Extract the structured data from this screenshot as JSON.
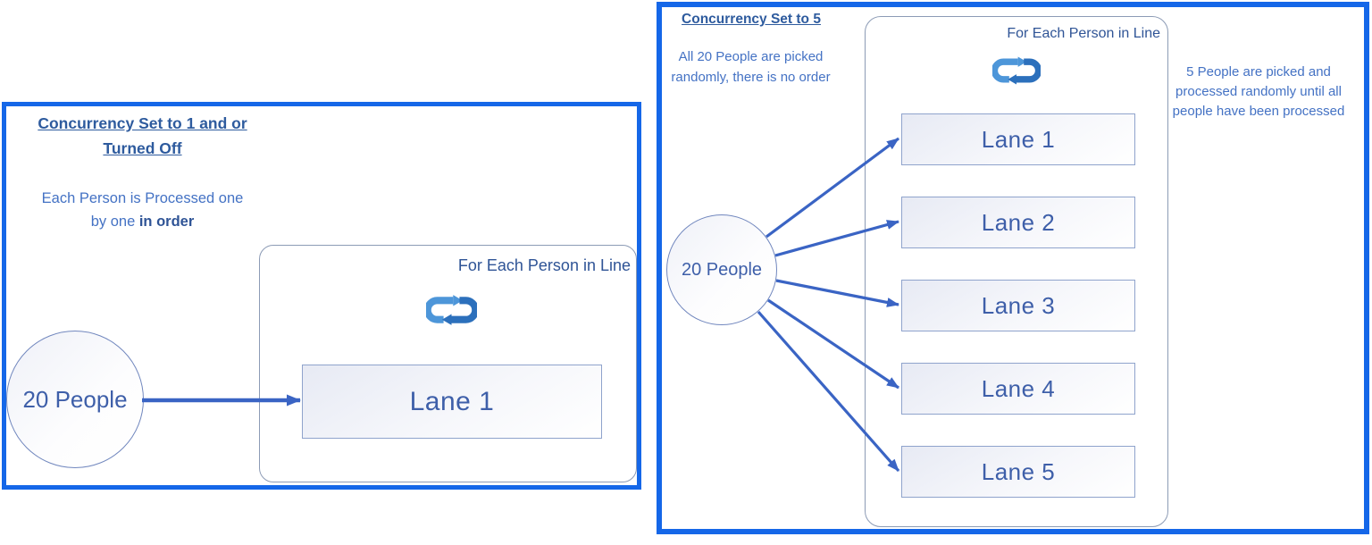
{
  "colors": {
    "panel_border": "#1567E8",
    "container_border": "#8C9BB5",
    "lane_border": "#8FA3CC",
    "arrow": "#3A64C4",
    "title_text": "#2E5B9E",
    "body_text": "#4472C4",
    "loop_label_text": "#2F5496",
    "lane_text": "#3E5FA9",
    "loop_icon_light": "#4D96D9",
    "loop_icon_dark": "#2C70BC"
  },
  "left_panel": {
    "title": "Concurrency Set to 1 and or Turned Off",
    "description_line1": "Each Person is Processed one",
    "description_line2_normal": "by one ",
    "description_line2_bold": "in order",
    "loop_container": {
      "label": "For Each Person in Line",
      "icon": "loop-arrows-icon"
    },
    "source_label": "20 People",
    "lanes": [
      "Lane 1"
    ]
  },
  "right_panel": {
    "title": "Concurrency Set to 5",
    "description": "All 20 People are picked randomly, there is no order",
    "loop_container": {
      "label": "For Each Person in Line",
      "icon": "loop-arrows-icon"
    },
    "source_label": "20 People",
    "lanes": [
      "Lane 1",
      "Lane 2",
      "Lane 3",
      "Lane 4",
      "Lane 5"
    ],
    "annotation": "5 People are picked and processed randomly until all people have been processed"
  }
}
